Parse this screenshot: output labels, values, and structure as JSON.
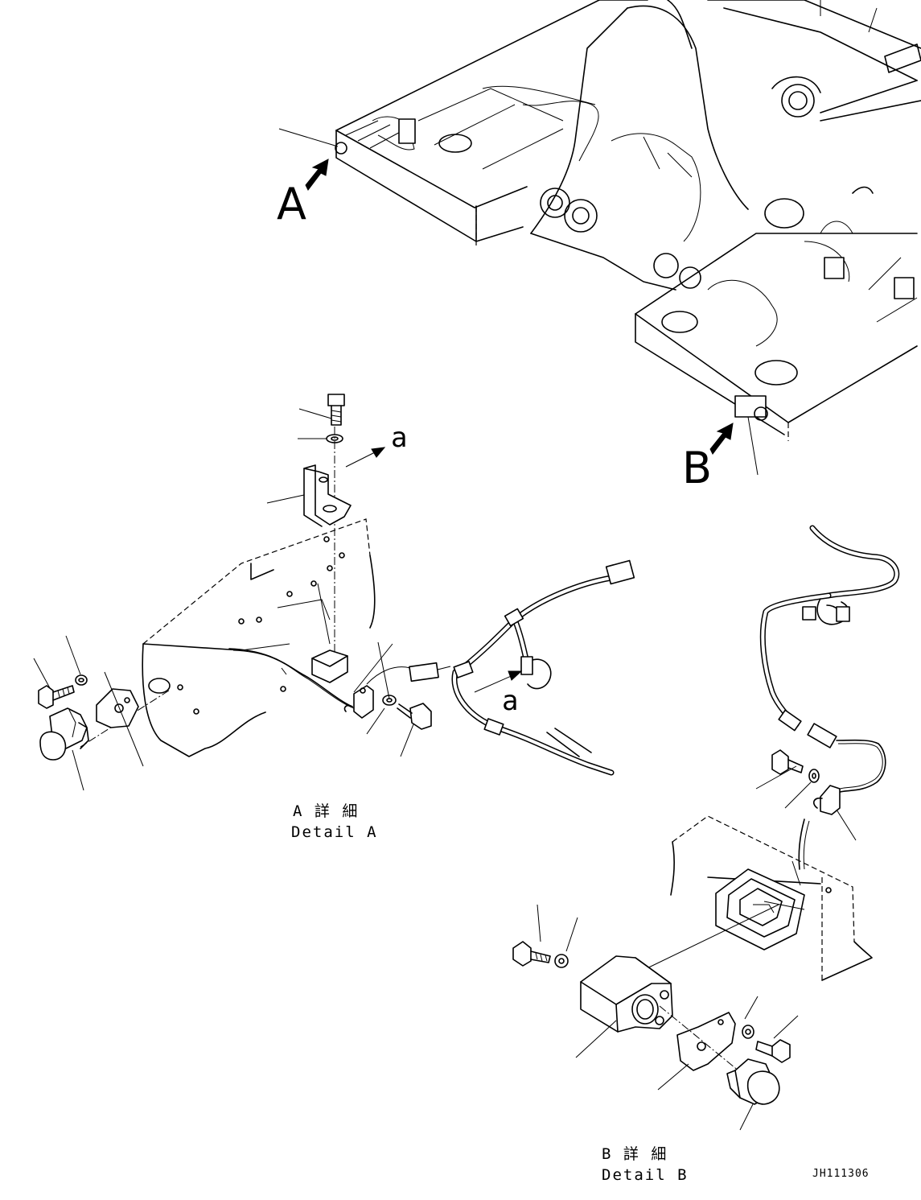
{
  "view_labels": {
    "a": "A",
    "b": "B"
  },
  "arrow_label": "a",
  "detail_a": {
    "title_jp": "A 詳 細",
    "title_en": "Detail A"
  },
  "detail_b": {
    "title_jp": "B 詳 細",
    "title_en": "Detail B"
  },
  "drawing_id": "JH111306"
}
